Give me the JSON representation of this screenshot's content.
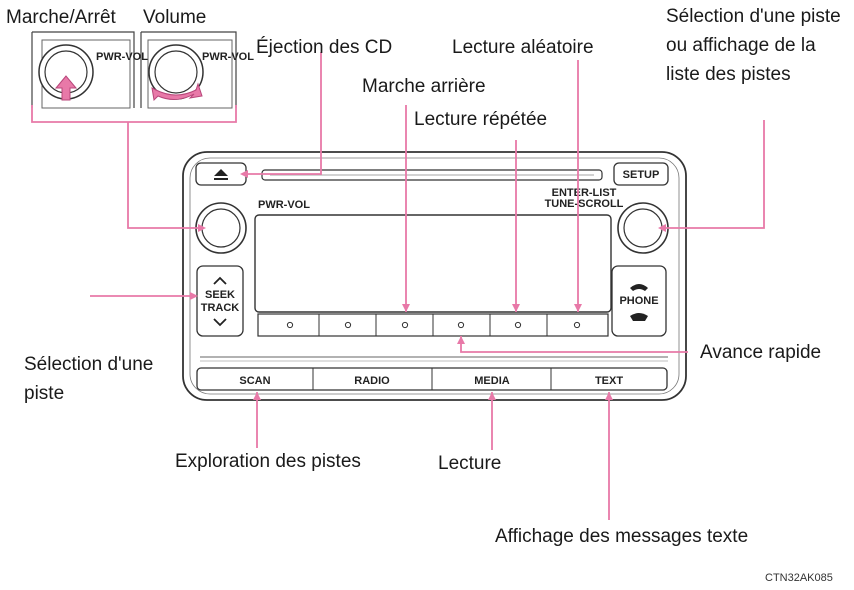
{
  "callouts": {
    "power": "Marche/Arrêt",
    "volume": "Volume",
    "eject": "Éjection des CD",
    "shuffle": "Lecture aléatoire",
    "track_select_list": "Sélection d'une piste ou affichage de la liste des pistes",
    "rewind": "Marche arrière",
    "repeat": "Lecture répétée",
    "track_select": "Sélection d'une piste",
    "fast_forward": "Avance rapide",
    "scan": "Exploration des pistes",
    "play": "Lecture",
    "text_display": "Affichage des messages texte"
  },
  "unit": {
    "knob_inset_label": "PWR-VOL",
    "setup": "SETUP",
    "pwr_vol": "PWR-VOL",
    "enter_list_1": "ENTER-LIST",
    "enter_list_2": "TUNE-SCROLL",
    "seek_1": "SEEK",
    "seek_2": "TRACK",
    "phone": "PHONE",
    "bottom_buttons": [
      "SCAN",
      "RADIO",
      "MEDIA",
      "TEXT"
    ]
  },
  "accent_color": "#e879a8",
  "image_code": "CTN32AK085"
}
